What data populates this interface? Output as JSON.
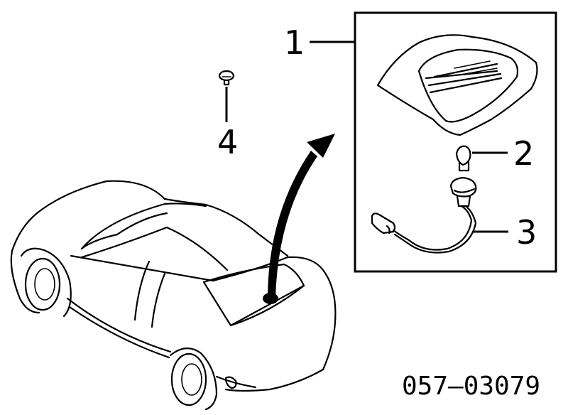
{
  "callouts": [
    {
      "id": "1",
      "label": "1"
    },
    {
      "id": "2",
      "label": "2"
    },
    {
      "id": "3",
      "label": "3"
    },
    {
      "id": "4",
      "label": "4"
    }
  ],
  "part_number": "057–03079"
}
